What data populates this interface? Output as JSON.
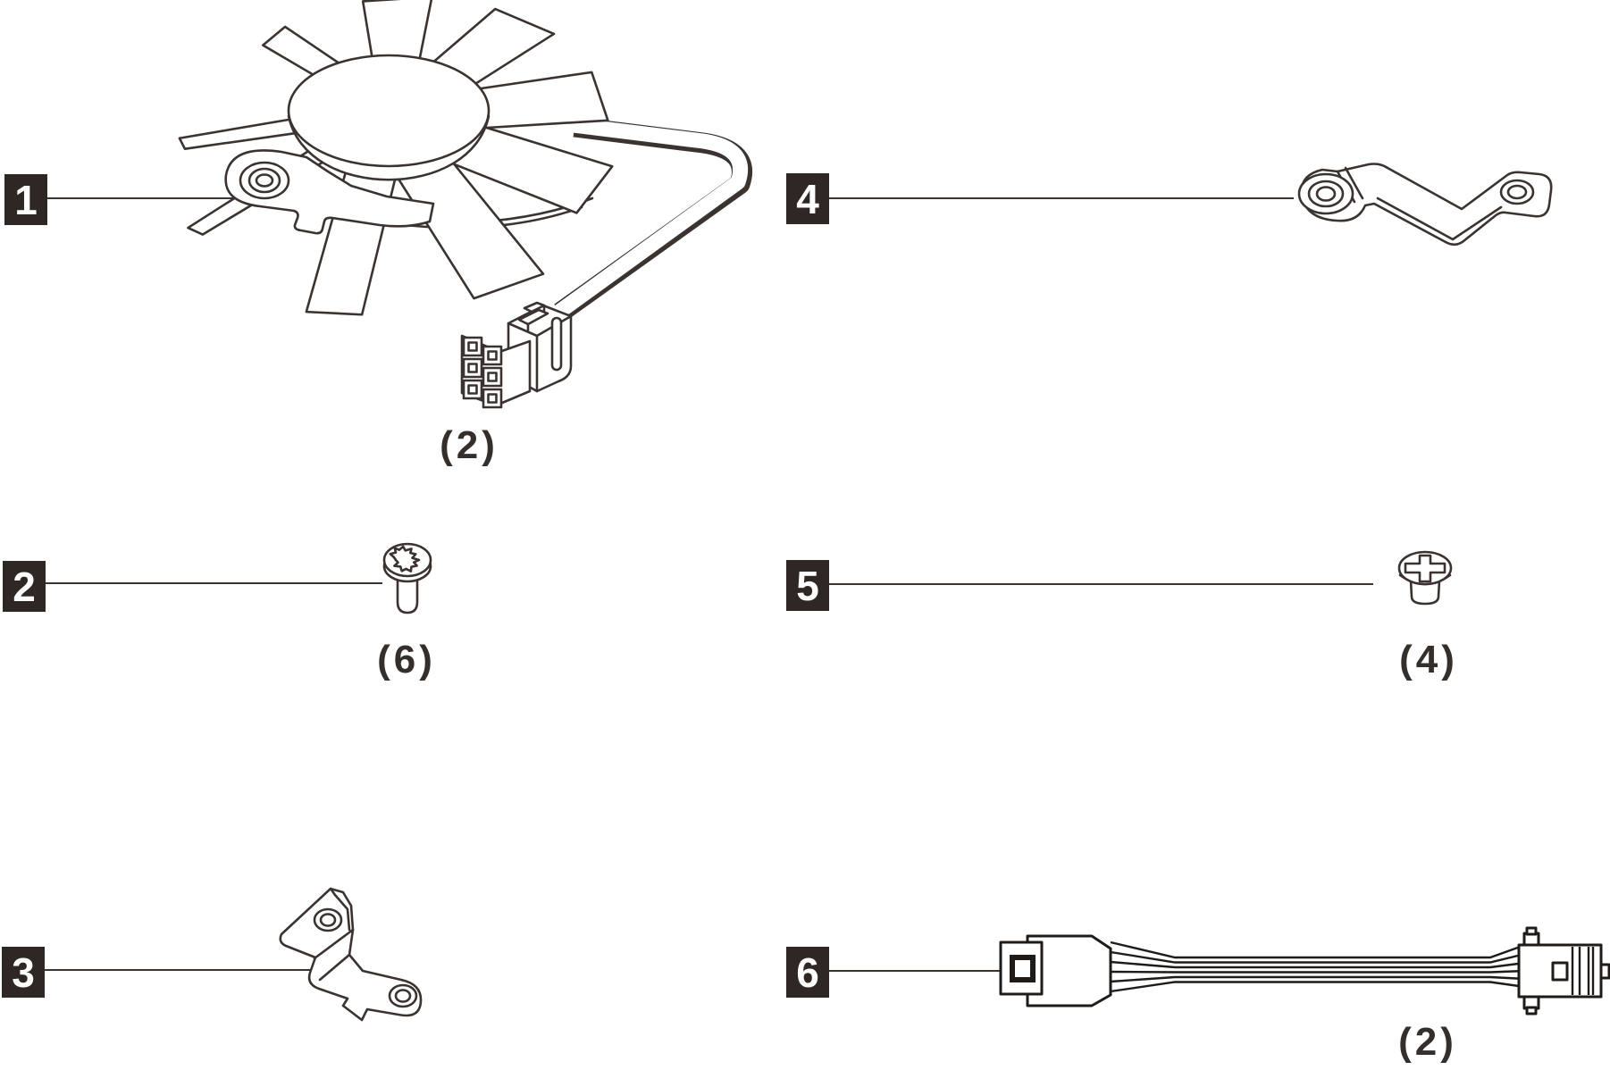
{
  "colors": {
    "background": "#ffffff",
    "line": "#3a3330",
    "label_bg": "#2e2723",
    "label_text": "#ffffff"
  },
  "parts": [
    {
      "number": "1",
      "qty": "(2)"
    },
    {
      "number": "2",
      "qty": "(6)"
    },
    {
      "number": "3"
    },
    {
      "number": "4"
    },
    {
      "number": "5",
      "qty": "(4)"
    },
    {
      "number": "6",
      "qty": "(2)"
    }
  ]
}
